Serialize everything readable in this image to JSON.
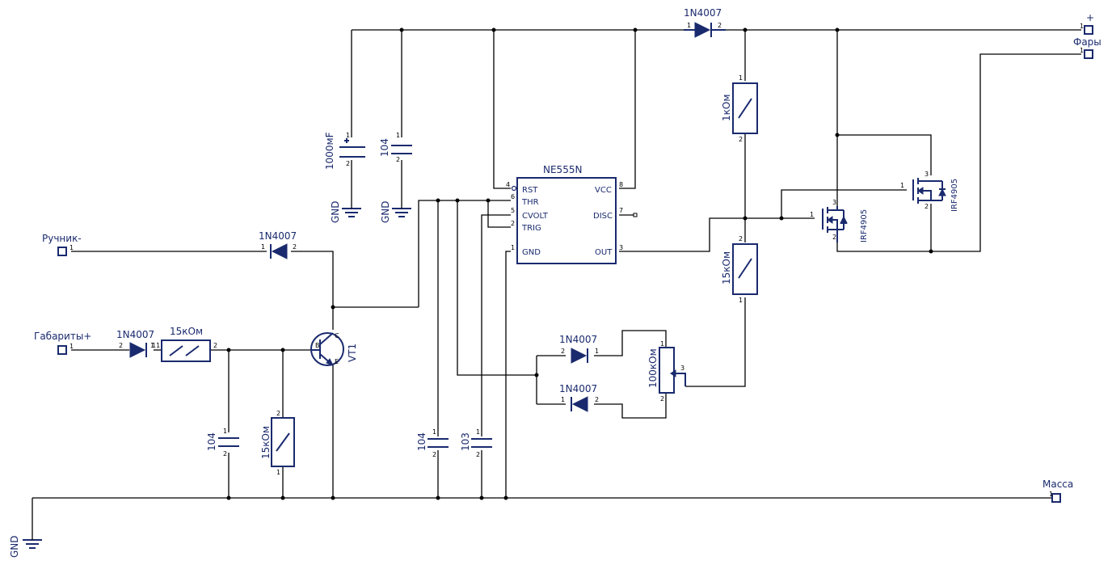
{
  "labels": {
    "ic_name": "NE555N",
    "ic_rst": "RST",
    "ic_thr": "THR",
    "ic_cvolt": "CVOLT",
    "ic_trig": "TRIG",
    "ic_gnd": "GND",
    "ic_vcc": "VCC",
    "ic_disc": "DISC",
    "ic_out": "OUT",
    "diode_top": "1N4007",
    "diode_ruchnik": "1N4007",
    "diode_gabarity": "1N4007",
    "diode_upper": "1N4007",
    "diode_lower": "1N4007",
    "res_1k": "1кОм",
    "res_15k_right": "15кОм",
    "res_15k_horiz": "15кОм",
    "res_15k_vert": "15кОм",
    "pot_100k": "100кОм",
    "cap_1000": "1000мF",
    "cap_104_top": "104",
    "cap_104_left": "104",
    "cap_104_mid": "104",
    "cap_103": "103",
    "gnd_1": "GND",
    "gnd_2": "GND",
    "gnd_3": "GND",
    "mosfet_1": "IRF4905",
    "mosfet_2": "IRF4905",
    "transistor": "VT1",
    "plus": "+",
    "fary": "Фары",
    "massa": "Масса",
    "ruchnik": "Ручник-",
    "gabarity": "Габариты+"
  },
  "colors": {
    "wire": "#000000",
    "component": "#1a2a6e"
  }
}
